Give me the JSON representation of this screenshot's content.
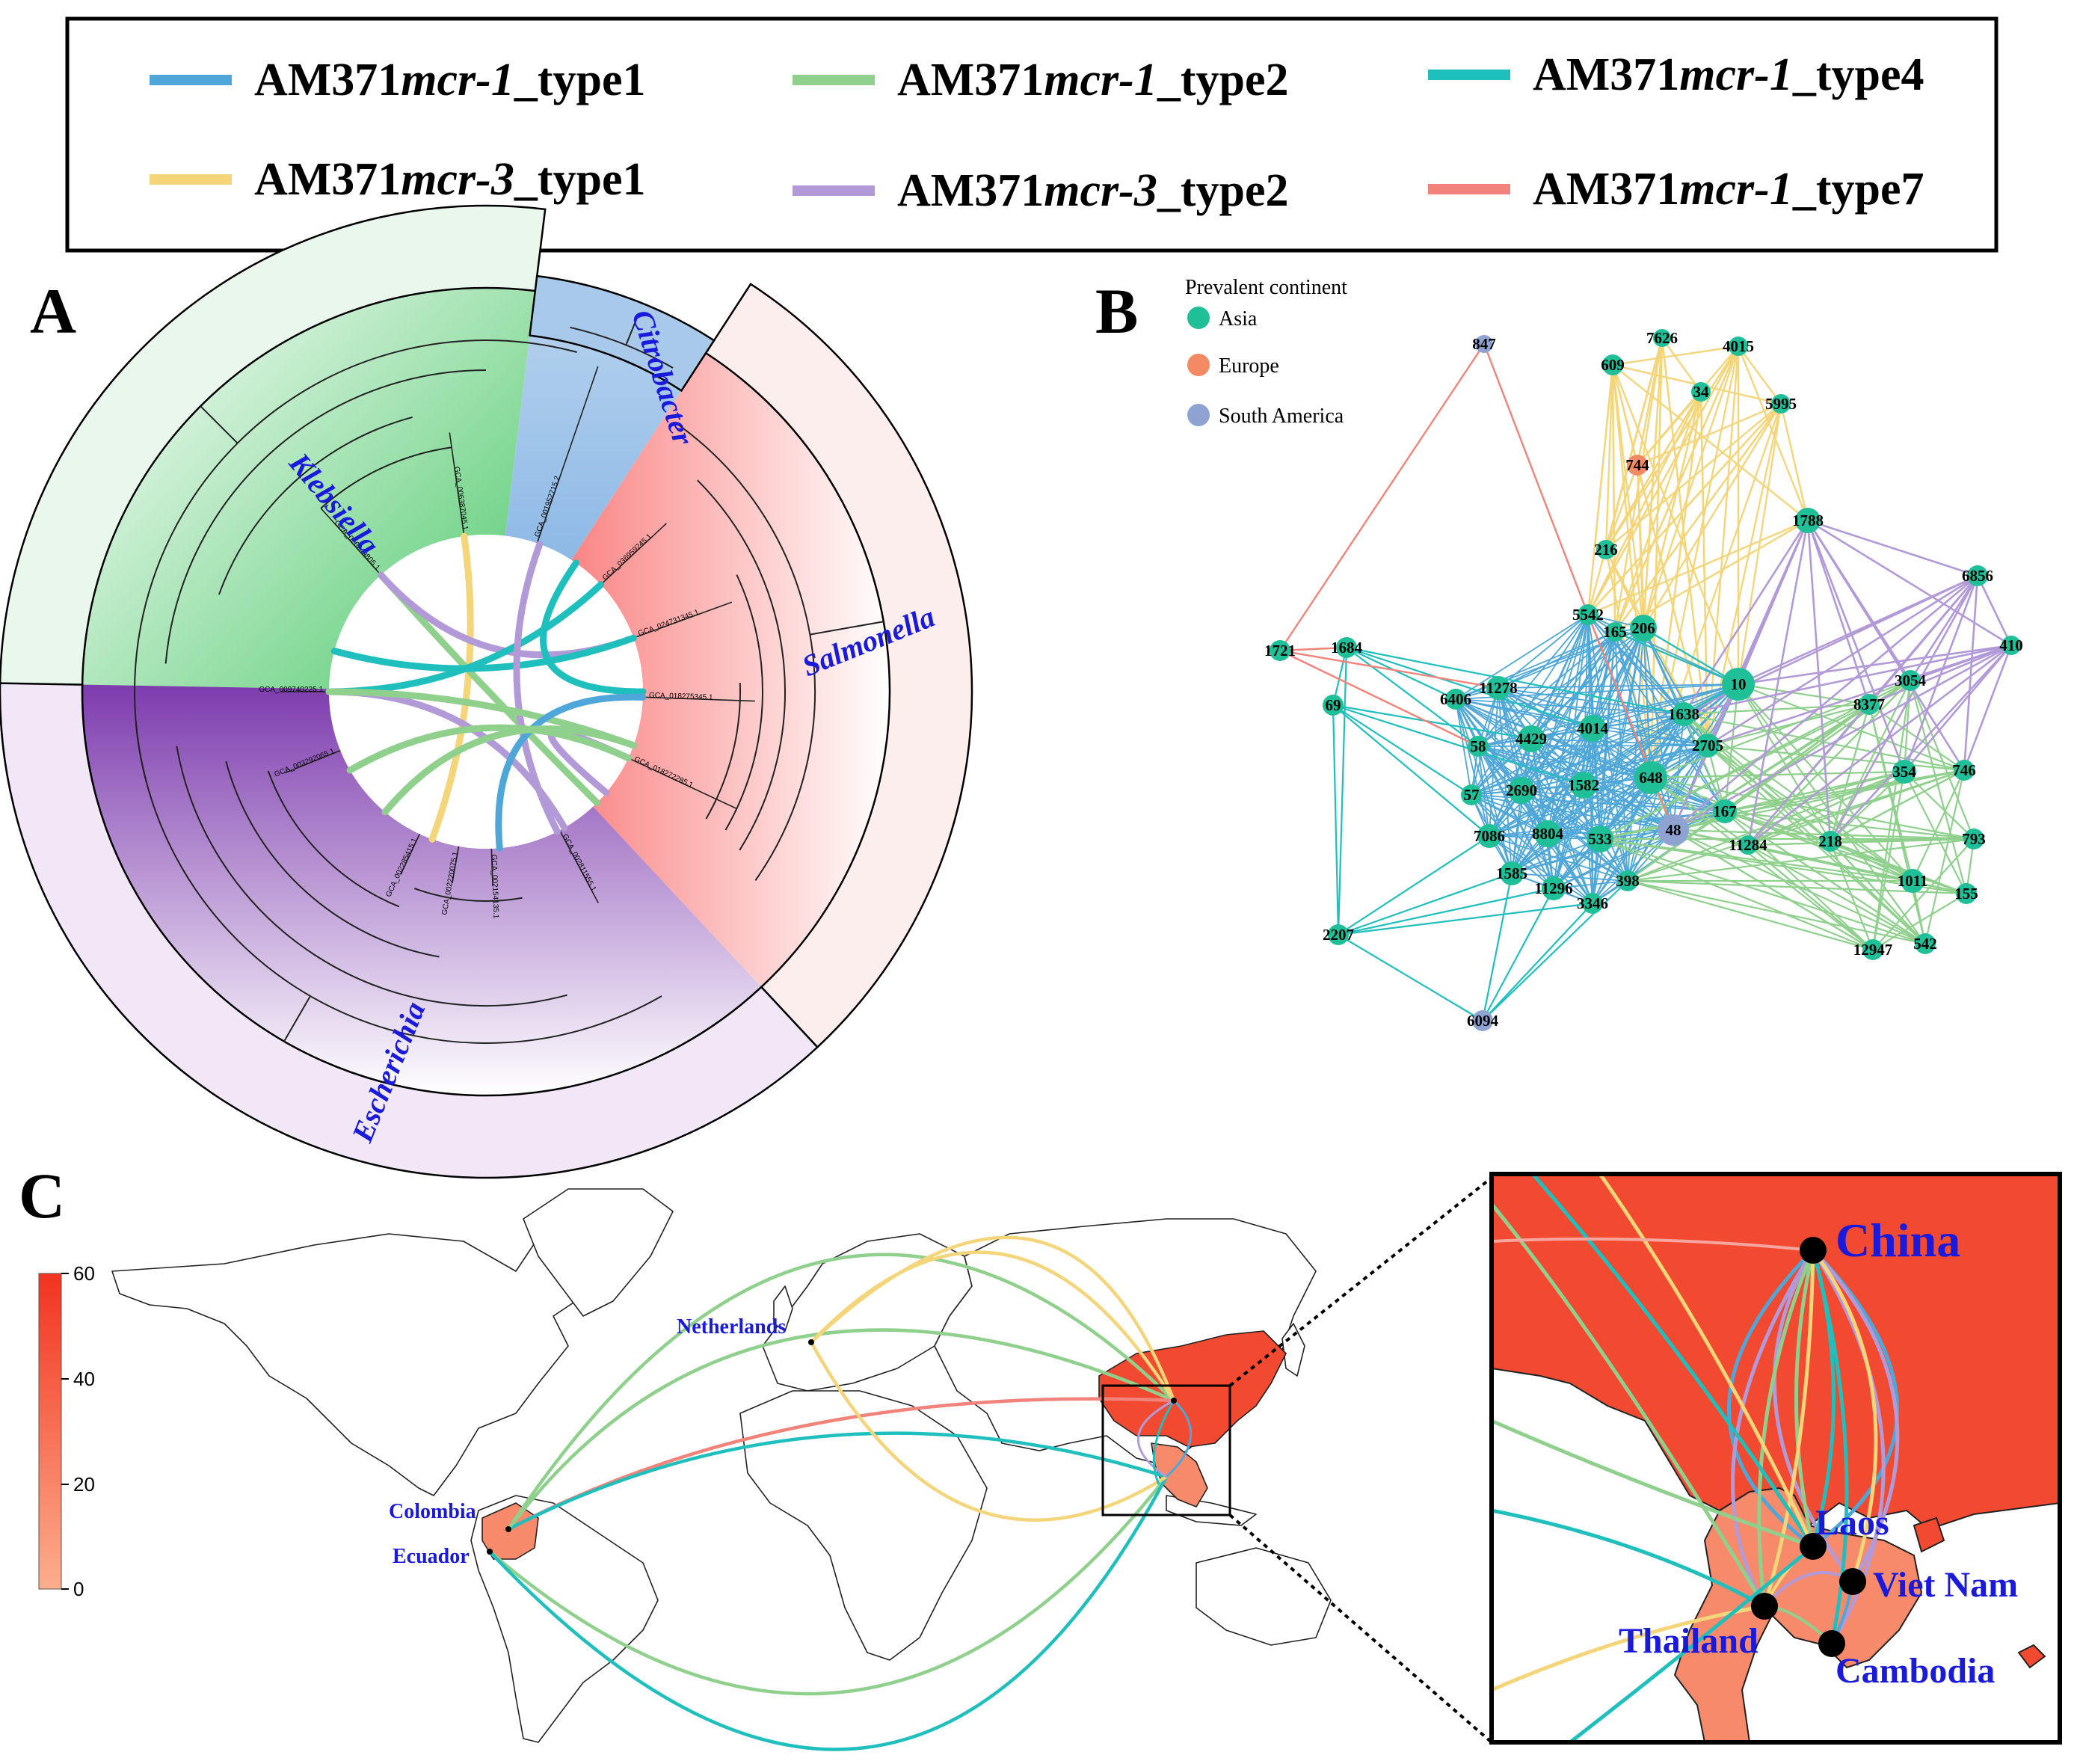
{
  "colors": {
    "mcr1_type1": "#4ea7d8",
    "mcr1_type2": "#8fd08d",
    "mcr1_type4": "#1fbfbd",
    "mcr3_type1": "#f5d57a",
    "mcr3_type2": "#b29ad8",
    "mcr1_type7": "#f2837a",
    "asia": "#1fbf97",
    "europe": "#f48a63",
    "south_america": "#8ea3d2",
    "china_fill": "#f24a30",
    "se_asia_fill": "#f78a6a"
  },
  "legend": {
    "items": [
      {
        "prefix": "AM371",
        "gene": "mcr-1",
        "suffix": "_type1",
        "color_key": "mcr1_type1"
      },
      {
        "prefix": "AM371",
        "gene": "mcr-1",
        "suffix": "_type2",
        "color_key": "mcr1_type2"
      },
      {
        "prefix": "AM371",
        "gene": "mcr-1",
        "suffix": "_type4",
        "color_key": "mcr1_type4"
      },
      {
        "prefix": "AM371",
        "gene": "mcr-3",
        "suffix": "_type1",
        "color_key": "mcr3_type1"
      },
      {
        "prefix": "AM371",
        "gene": "mcr-3",
        "suffix": "_type2",
        "color_key": "mcr3_type2"
      },
      {
        "prefix": "AM371",
        "gene": "mcr-1",
        "suffix": "_type7",
        "color_key": "mcr1_type7"
      }
    ]
  },
  "panel_a": {
    "letter": "A",
    "genera": [
      "Klebsiella",
      "Citrobacter",
      "Salmonella",
      "Escherichia"
    ],
    "leaves": [
      "GCA_009740225.1",
      "GCA_026240805.1",
      "GCA_006387045.1",
      "GCA_001952715.2",
      "GCA_036959245.1",
      "GCA_024731345.1",
      "GCA_018275345.1",
      "GCA_018272285.1",
      "GCA_002811555.1",
      "GCA_002154135.1",
      "GCA_002220075.1",
      "GCA_002285415.1",
      "GCA_003292065.1"
    ]
  },
  "panel_b": {
    "letter": "B",
    "legend_title": "Prevalent continent",
    "continents": [
      "Asia",
      "Europe",
      "South America"
    ],
    "nodes": [
      "847",
      "609",
      "7626",
      "4015",
      "34",
      "5995",
      "744",
      "1788",
      "216",
      "6856",
      "5542",
      "206",
      "165",
      "1721",
      "1684",
      "410",
      "10",
      "11278",
      "1638",
      "3054",
      "8377",
      "6406",
      "69",
      "4429",
      "4014",
      "58",
      "2705",
      "354",
      "746",
      "648",
      "2690",
      "1582",
      "57",
      "167",
      "48",
      "218",
      "793",
      "7086",
      "8804",
      "533",
      "11284",
      "1011",
      "155",
      "1585",
      "11296",
      "398",
      "3346",
      "542",
      "12947",
      "2207",
      "6094"
    ]
  },
  "panel_c": {
    "letter": "C",
    "colorbar_ticks": [
      "0",
      "20",
      "40",
      "60"
    ],
    "countries": {
      "netherlands": "Netherlands",
      "colombia": "Colombia",
      "ecuador": "Ecuador"
    },
    "inset": {
      "china": "China",
      "laos": "Laos",
      "vietnam": "Viet Nam",
      "thailand": "Thailand",
      "cambodia": "Cambodia"
    }
  }
}
